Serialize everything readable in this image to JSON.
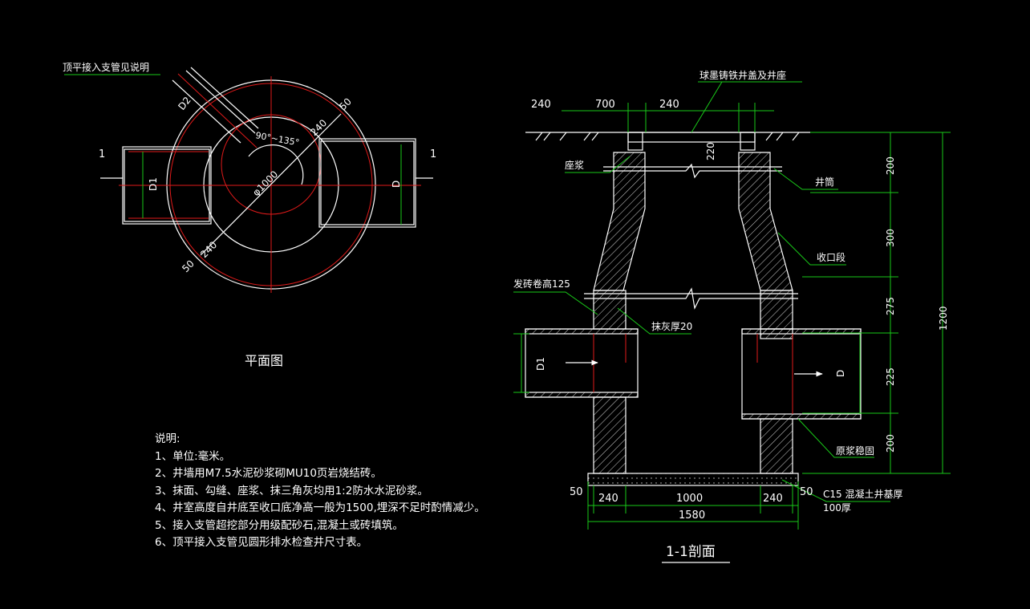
{
  "plan": {
    "title": "平面图",
    "top_note": "顶平接入支管见说明",
    "section_mark": "1",
    "pipe_d1": "D1",
    "pipe_d": "D",
    "pipe_d2": "D2",
    "dia": "φ1000",
    "wall_240": "240",
    "off_50": "50",
    "angle": "90°~135°"
  },
  "section": {
    "title": "1-1剖面",
    "cover": "球墨铸铁井盖及井座",
    "top_dims": [
      "240",
      "700",
      "240"
    ],
    "dim_220": "220",
    "bedding": "座浆",
    "shaft": "井筒",
    "taper": "收口段",
    "brick_ring": "发砖卷高125",
    "plaster": "抹灰厚20",
    "concrete_ring": "原浆稳固",
    "base_1": "C15 混凝土井基厚",
    "base_2": "100厚",
    "pipe_d1": "D1",
    "pipe_d": "D",
    "right_dims": [
      "200",
      "300",
      "275",
      "225",
      "200"
    ],
    "total_height": "1200",
    "bottom_dims": [
      "50",
      "240",
      "1000",
      "240",
      "50"
    ],
    "total_width": "1580"
  },
  "notes": {
    "heading": "说明:",
    "items": [
      "1、单位:毫米。",
      "2、井墙用M7.5水泥砂浆砌MU10页岩烧结砖。",
      "3、抹面、勾缝、座浆、抹三角灰均用1:2防水水泥砂浆。",
      "4、井室高度自井底至收口底净高一般为1500,埋深不足时酌情减少。",
      "5、接入支管超挖部分用级配砂石,混凝土或砖填筑。",
      "6、顶平接入支管见圆形排水检查井尺寸表。"
    ]
  },
  "colors": {
    "background": "#000000",
    "line": "#ffffff",
    "dimension": "#19c819",
    "centerline": "#e01a1a",
    "leader": "#d8d800"
  }
}
